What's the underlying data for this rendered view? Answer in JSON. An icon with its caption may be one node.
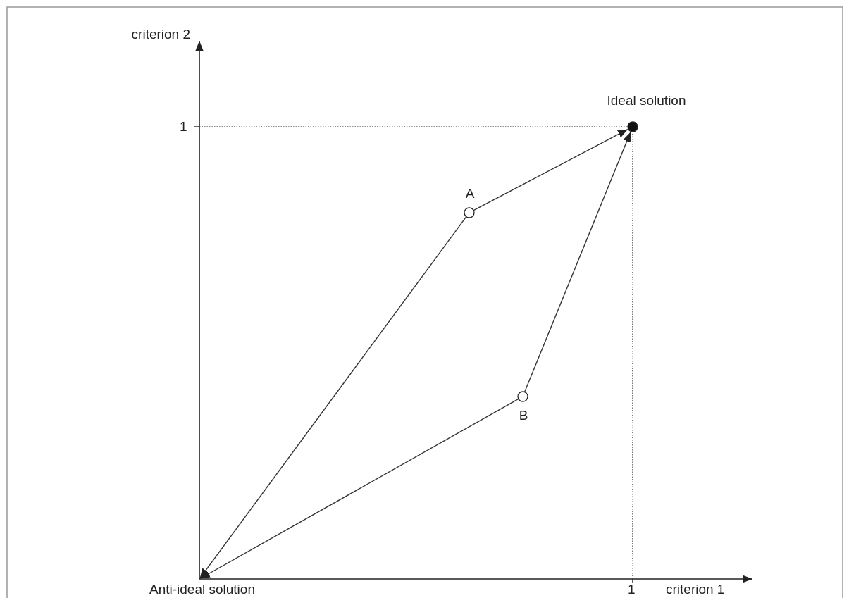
{
  "diagram": {
    "nodes": [
      {
        "text": [
          "Ideal solution"
        ]
      },
      {
        "text": [
          "A"
        ]
      },
      {
        "text": [
          "B"
        ]
      },
      {
        "text": [
          "Anti-ideal solution"
        ]
      }
    ],
    "edges": [
      {
        "from": 1,
        "to": 0,
        "arrow": "to"
      },
      {
        "from": 2,
        "to": 0,
        "arrow": "to"
      },
      {
        "from": 1,
        "to": 3,
        "arrow": "to"
      },
      {
        "from": 2,
        "to": 3,
        "arrow": "to"
      }
    ],
    "labels": [
      "criterion 2",
      "1",
      "1",
      "criterion 1"
    ]
  }
}
